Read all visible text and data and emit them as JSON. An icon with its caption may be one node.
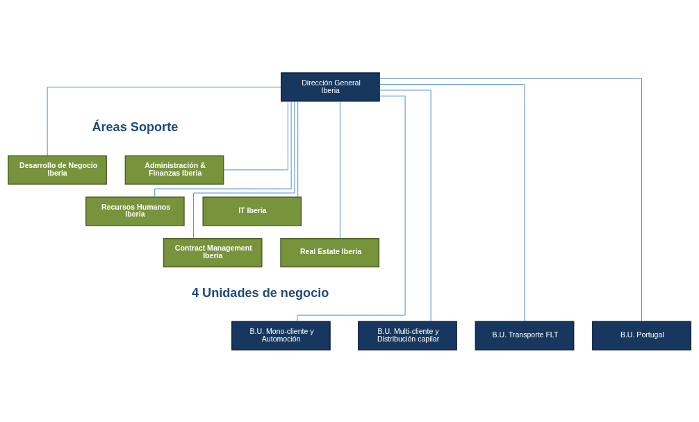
{
  "diagram": {
    "nodes": [
      {
        "text": [
          "Dirección General Iberia"
        ]
      },
      {
        "text": [
          "Desarrollo de Negocio Iberia"
        ]
      },
      {
        "text": [
          "Administración & Finanzas Iberia"
        ]
      },
      {
        "text": [
          "Recursos Humanos Iberia"
        ]
      },
      {
        "text": [
          "IT Iberia"
        ]
      },
      {
        "text": [
          "Contract Management Iberia"
        ]
      },
      {
        "text": [
          "Real Estate Iberia"
        ]
      },
      {
        "text": [
          "B.U. Mono-cliente y Automoción"
        ]
      },
      {
        "text": [
          "B.U. Multi-cliente y Distribución capilar"
        ]
      },
      {
        "text": [
          "B.U. Transporte FLT"
        ]
      },
      {
        "text": [
          "B.U. Portugal"
        ]
      }
    ],
    "edges": [
      {
        "from": 0,
        "to": 1,
        "arrow": "none"
      },
      {
        "from": 0,
        "to": 2,
        "arrow": "none"
      },
      {
        "from": 0,
        "to": 3,
        "arrow": "none"
      },
      {
        "from": 0,
        "to": 4,
        "arrow": "none"
      },
      {
        "from": 0,
        "to": 5,
        "arrow": "none"
      },
      {
        "from": 0,
        "to": 6,
        "arrow": "none"
      },
      {
        "from": 0,
        "to": 7,
        "arrow": "none"
      },
      {
        "from": 0,
        "to": 8,
        "arrow": "none"
      },
      {
        "from": 0,
        "to": 9,
        "arrow": "none"
      },
      {
        "from": 0,
        "to": 10,
        "arrow": "none"
      }
    ],
    "labels": [
      "Áreas Soporte",
      "4 Unidades de negocio"
    ]
  }
}
